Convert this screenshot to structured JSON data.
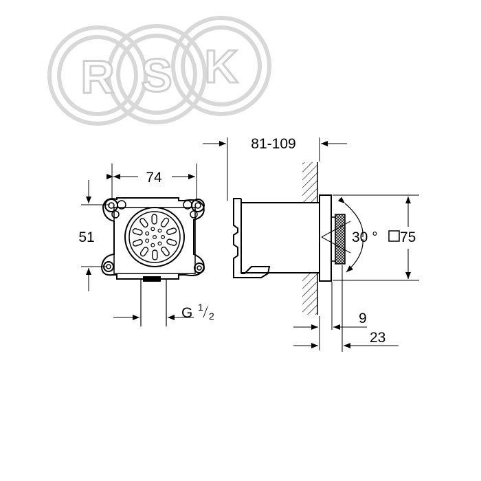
{
  "watermark": {
    "letters": [
      "R",
      "S",
      "K"
    ]
  },
  "front_view": {
    "width_dim": "74",
    "height_dim": "51",
    "thread_dim": "G",
    "thread_num": "1",
    "thread_den": "2"
  },
  "side_view": {
    "depth_dim": "81-109",
    "angle_dim": "30 °",
    "square_dim": "75",
    "offset_dim_small": "9",
    "offset_dim_large": "23"
  }
}
